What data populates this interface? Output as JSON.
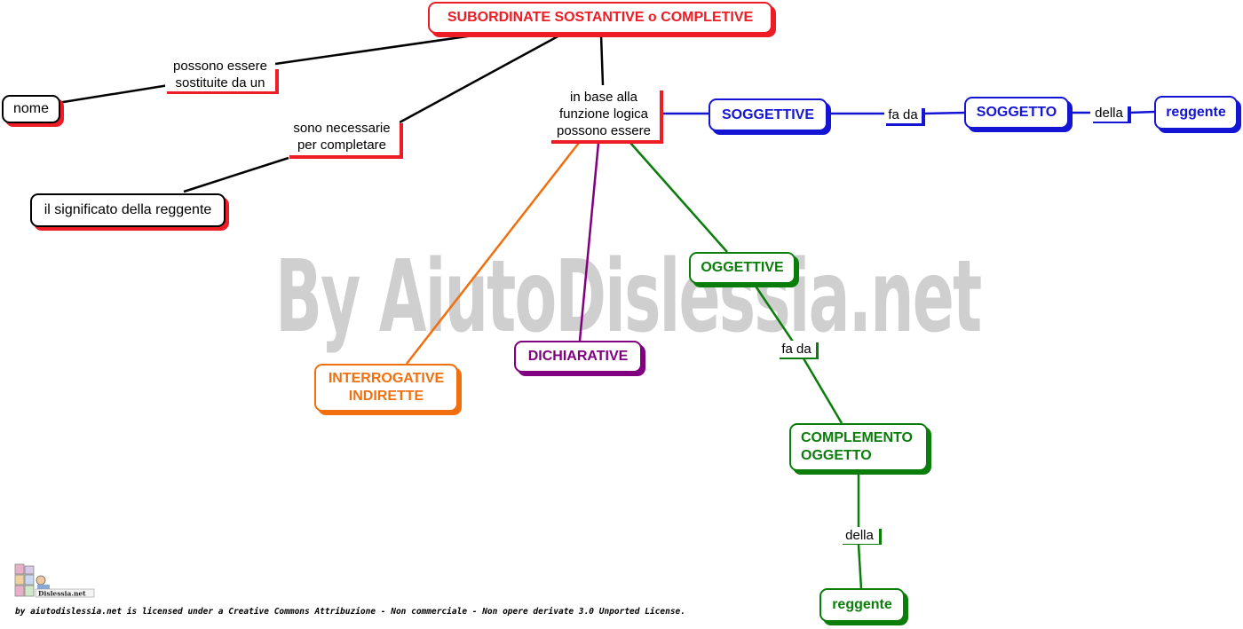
{
  "nodes": {
    "root": "SUBORDINATE SOSTANTIVE o COMPLETIVE",
    "nome": "nome",
    "significato": "il significato della reggente",
    "soggettive": "SOGGETTIVE",
    "soggetto": "SOGGETTO",
    "reggente_blue": "reggente",
    "oggettive": "OGGETTIVE",
    "complemento_oggetto_l1": "COMPLEMENTO",
    "complemento_oggetto_l2": "OGGETTO",
    "reggente_green": "reggente",
    "interrogative_l1": "INTERROGATIVE",
    "interrogative_l2": "INDIRETTE",
    "dichiarative": "DICHIARATIVE"
  },
  "links": {
    "possono_sostituite_l1": "possono essere",
    "possono_sostituite_l2": "sostituite da un",
    "necessarie_l1": "sono necessarie",
    "necessarie_l2": "per completare",
    "in_base_l1": "in base alla",
    "in_base_l2": "funzione logica",
    "in_base_l3": "possono essere",
    "fa_da_blue": "fa da",
    "della_blue": "della",
    "fa_da_green": "fa da",
    "della_green": "della"
  },
  "colors": {
    "red": "#ee1c24",
    "blue": "#1414d4",
    "green": "#0b7d0b",
    "orange": "#f07010",
    "purple": "#800080",
    "black": "#000000",
    "watermark": "#cfcfcf"
  },
  "watermark": "By AiutoDislessia.net",
  "logo_text": "Dislessia.net",
  "footer": "by aiutodislessia.net is licensed under a Creative Commons Attribuzione - Non commerciale - Non opere derivate 3.0 Unported License."
}
